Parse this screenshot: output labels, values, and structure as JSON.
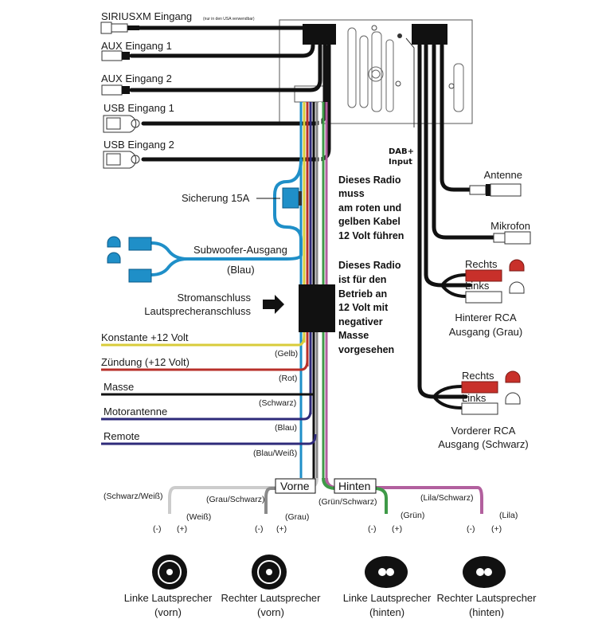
{
  "title": "Radio-Verkabelungsdiagramm",
  "inputs": {
    "siriusxm": "SIRIUSXM Eingang",
    "siriusxm_note": "(nur in den USA verwendbar)",
    "aux1": "AUX Eingang 1",
    "aux2": "AUX Eingang 2",
    "usb1": "USB Eingang 1",
    "usb2": "USB Eingang 2"
  },
  "fuse": "Sicherung 15A",
  "subwoofer": {
    "label": "Subwoofer-Ausgang",
    "color": "(Blau)"
  },
  "power_connector": {
    "line1": "Stromanschluss",
    "line2": "Lautsprecheranschluss"
  },
  "power_wires": [
    {
      "label": "Konstante +12 Volt",
      "color_label": "(Gelb)",
      "hex": "#d8cc3a"
    },
    {
      "label": "Zündung (+12 Volt)",
      "color_label": "(Rot)",
      "hex": "#b8302a"
    },
    {
      "label": "Masse",
      "color_label": "(Schwarz)",
      "hex": "#111111"
    },
    {
      "label": "Motorantenne",
      "color_label": "(Blau)",
      "hex": "#2e2a7a"
    },
    {
      "label": "Remote",
      "color_label": "(Blau/Weiß)",
      "hex": "#2e2a7a"
    }
  ],
  "dab": {
    "line1": "DAB+",
    "line2": "Input"
  },
  "antenna": "Antenne",
  "microphone": "Mikrofon",
  "rear_rca": {
    "right": "Rechts",
    "left": "Links",
    "line1": "Hinterer RCA",
    "line2": "Ausgang (Grau)"
  },
  "front_rca": {
    "right": "Rechts",
    "left": "Links",
    "line1": "Vorderer RCA",
    "line2": "Ausgang (Schwarz)"
  },
  "notes": {
    "note1": [
      "Dieses Radio",
      "muss",
      "am roten und",
      "gelben Kabel",
      "12 Volt führen"
    ],
    "note2": [
      "Dieses Radio",
      "ist für den",
      "Betrieb an",
      "12 Volt mit",
      "negativer",
      "Masse",
      "vorgesehen"
    ]
  },
  "groups": {
    "front": "Vorne",
    "rear": "Hinten"
  },
  "speakers": [
    {
      "neg_wire": "(Schwarz/Weiß)",
      "pos_wire": "(Weiß)",
      "name": "Linke Lautsprecher",
      "pos": "(vorn)",
      "hex": "#ffffff"
    },
    {
      "neg_wire": "(Grau/Schwarz)",
      "pos_wire": "(Grau)",
      "name": "Rechter Lautsprecher",
      "pos": "(vorn)",
      "hex": "#8a8a8a"
    },
    {
      "neg_wire": "(Grün/Schwarz)",
      "pos_wire": "(Grün)",
      "name": "Linke Lautsprecher",
      "pos": "(hinten)",
      "hex": "#3f9a48"
    },
    {
      "neg_wire": "(Lila/Schwarz)",
      "pos_wire": "(Lila)",
      "name": "Rechter Lautsprecher",
      "pos": "(hinten)",
      "hex": "#b2609e"
    }
  ],
  "polarity": {
    "neg": "(-)",
    "pos": "(+)"
  },
  "colors": {
    "blue_rca": "#1f8fc8",
    "red_rca": "#c8302a",
    "wire_black": "#111111"
  }
}
